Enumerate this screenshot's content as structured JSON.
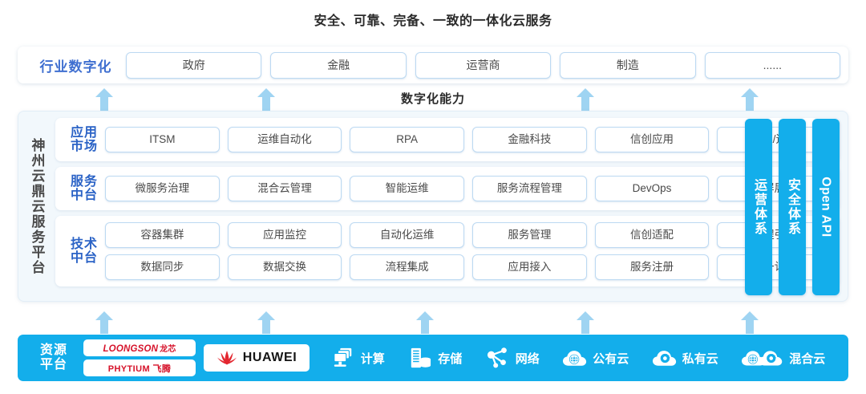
{
  "title": "安全、可靠、完备、一致的一体化云服务",
  "industry": {
    "label": "行业数字化",
    "tags": [
      "政府",
      "金融",
      "运营商",
      "制造",
      "......"
    ]
  },
  "capability_label": "数字化能力",
  "platform": {
    "vertical_label": "神州云鼎云服务平台",
    "layers": [
      {
        "title_line1": "应用",
        "title_line2": "市场",
        "rows": [
          [
            "ITSM",
            "运维自动化",
            "RPA",
            "金融科技",
            "信创应用",
            "运维/运营"
          ]
        ]
      },
      {
        "title_line1": "服务",
        "title_line2": "中台",
        "rows": [
          [
            "微服务治理",
            "混合云管理",
            "智能运维",
            "服务流程管理",
            "DevOps",
            "大屏展示"
          ]
        ]
      },
      {
        "title_line1": "技术",
        "title_line2": "中台",
        "rows": [
          [
            "容器集群",
            "应用监控",
            "自动化运维",
            "服务管理",
            "信创适配",
            "流程引擎"
          ],
          [
            "数据同步",
            "数据交换",
            "流程集成",
            "应用接入",
            "服务注册",
            "统一认证"
          ]
        ]
      }
    ],
    "vertical_tabs": [
      {
        "label": "运营体系",
        "rotated": false
      },
      {
        "label": "安全体系",
        "rotated": false
      },
      {
        "label": "Open API",
        "rotated": true
      }
    ]
  },
  "resource": {
    "label_line1": "资源",
    "label_line2": "平台",
    "logos": [
      {
        "name": "loongson-logo",
        "text": "LOONGSON",
        "cn": "龙芯"
      },
      {
        "name": "phytium-logo",
        "text": "PHYTIUM",
        "cn": "飞腾"
      },
      {
        "name": "huawei-logo",
        "text": "HUAWEI"
      }
    ],
    "items": [
      {
        "icon": "compute-icon",
        "label": "计算"
      },
      {
        "icon": "storage-icon",
        "label": "存储"
      },
      {
        "icon": "network-icon",
        "label": "网络"
      },
      {
        "icon": "public-cloud-icon",
        "label": "公有云"
      },
      {
        "icon": "private-cloud-icon",
        "label": "私有云"
      },
      {
        "icon": "hybrid-cloud-icon",
        "label": "混合云"
      }
    ]
  },
  "arrows": {
    "top_row_x": [
      130,
      332,
      730,
      935
    ],
    "bottom_row_x": [
      130,
      332,
      530,
      730,
      935
    ]
  },
  "colors": {
    "accent_blue": "#13aeeb",
    "arrow_blue": "#9fd4f2",
    "label_blue": "#2b63c6",
    "industry_label_blue": "#3f6fd0",
    "panel_bg": "#f2f8fc",
    "chip_border": "#bcd9f2",
    "logo_red": "#d6122a"
  }
}
